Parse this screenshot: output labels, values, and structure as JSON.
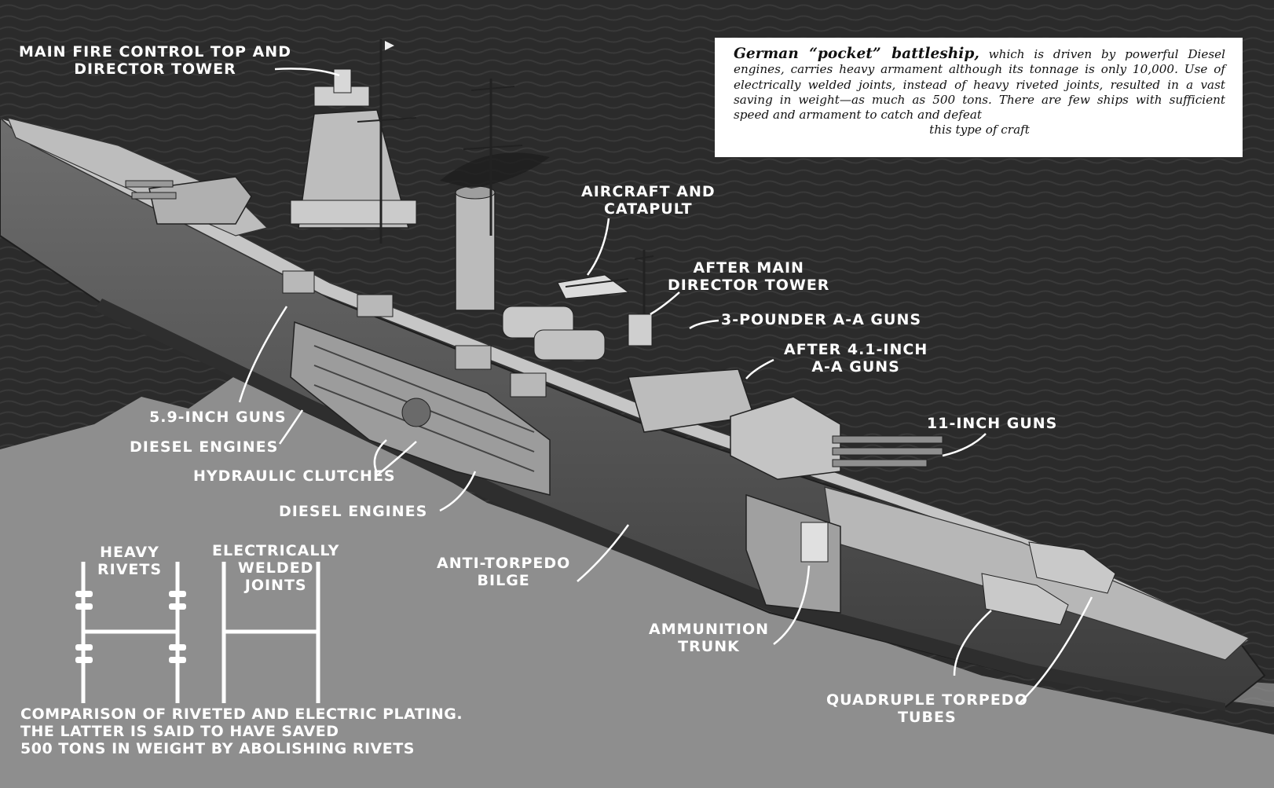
{
  "caption": {
    "lead": "German “pocket” battleship,",
    "body": "which is driven by powerful Diesel engines, carries heavy armament although its tonnage is only 10,000. Use of electrically welded joints, instead of heavy riveted joints, resulted in a vast saving in weight—as much as 500 tons. There are few ships with sufficient speed and armament to catch and defeat",
    "last": "this type of craft"
  },
  "labels": {
    "main_fire_control": [
      "MAIN FIRE CONTROL TOP AND",
      "DIRECTOR TOWER"
    ],
    "aircraft_catapult": [
      "AIRCRAFT AND",
      "CATAPULT"
    ],
    "after_main_director": [
      "AFTER MAIN",
      "DIRECTOR TOWER"
    ],
    "three_pounder": [
      "3-POUNDER A-A GUNS"
    ],
    "after_41_inch": [
      "AFTER 4.1-INCH",
      "A-A GUNS"
    ],
    "eleven_inch": [
      "11-INCH GUNS"
    ],
    "five_nine_inch": [
      "5.9-INCH GUNS"
    ],
    "diesel_engines_1": [
      "DIESEL ENGINES"
    ],
    "hydraulic_clutches": [
      "HYDRAULIC CLUTCHES"
    ],
    "diesel_engines_2": [
      "DIESEL ENGINES"
    ],
    "anti_torpedo": [
      "ANTI-TORPEDO",
      "BILGE"
    ],
    "ammunition_trunk": [
      "AMMUNITION",
      "TRUNK"
    ],
    "torpedo_tubes": [
      "QUADRUPLE TORPEDO",
      "TUBES"
    ],
    "heavy_rivets": [
      "HEAVY",
      "RIVETS"
    ],
    "welded_joints": [
      "ELECTRICALLY",
      "WELDED",
      "JOINTS"
    ]
  },
  "comparison": [
    "COMPARISON OF RIVETED AND ELECTRIC PLATING.",
    "THE LATTER IS SAID TO HAVE SAVED",
    "500 TONS IN WEIGHT BY ABOLISHING RIVETS"
  ],
  "colors": {
    "sea": "#2b2b2b",
    "underwater": "#8a8a8a",
    "hull": "#5a5a5a",
    "deck": "#b9b9b9",
    "label": "#ffffff"
  }
}
